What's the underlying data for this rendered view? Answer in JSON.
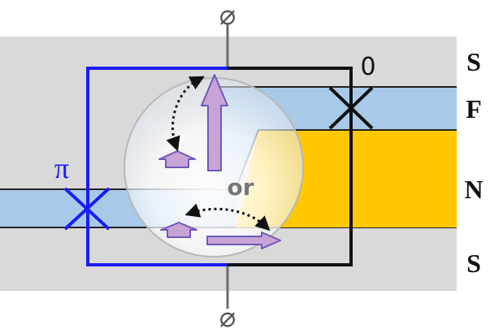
{
  "labels": {
    "phase_symbol": "⌀",
    "zero": "0",
    "pi": "π",
    "or": "or",
    "layer_s_top": "S",
    "layer_f": "F",
    "layer_n": "N",
    "layer_s_bottom": "S"
  },
  "colors": {
    "superconductor": "#d9d9d9",
    "ferromagnet": "#a9c9e8",
    "normal_metal": "#ffc800",
    "zero_loop": "#111111",
    "pi_loop": "#1a1aff",
    "lead": "#6b6b6b",
    "arrow_fill": "#c9a3d6",
    "arrow_stroke": "#6e59b8"
  }
}
